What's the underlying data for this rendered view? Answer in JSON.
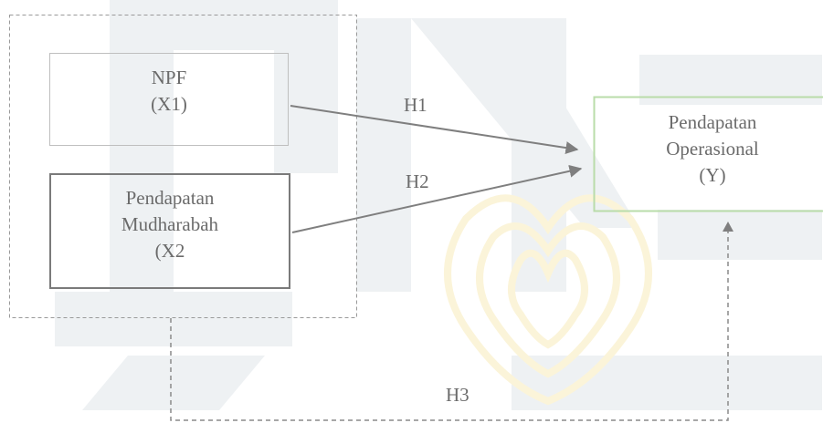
{
  "colors": {
    "watermark": "#eef1f3",
    "emblem": "#fbf4d9",
    "box_border_light": "#bfbfbf",
    "box_border_dark": "#7a7a7a",
    "box_border_green": "#b9dcaa",
    "arrow": "#7f7f7f",
    "text": "#6b6b6b"
  },
  "diagram": {
    "x1": {
      "line1": "NPF",
      "line2": "(X1)"
    },
    "x2": {
      "line1": "Pendapatan",
      "line2": "Mudharabah",
      "line3": "(X2"
    },
    "y": {
      "line1": "Pendapatan",
      "line2": "Operasional",
      "line3": "(Y)"
    },
    "hypotheses": {
      "h1": "H1",
      "h2": "H2",
      "h3": "H3"
    }
  }
}
